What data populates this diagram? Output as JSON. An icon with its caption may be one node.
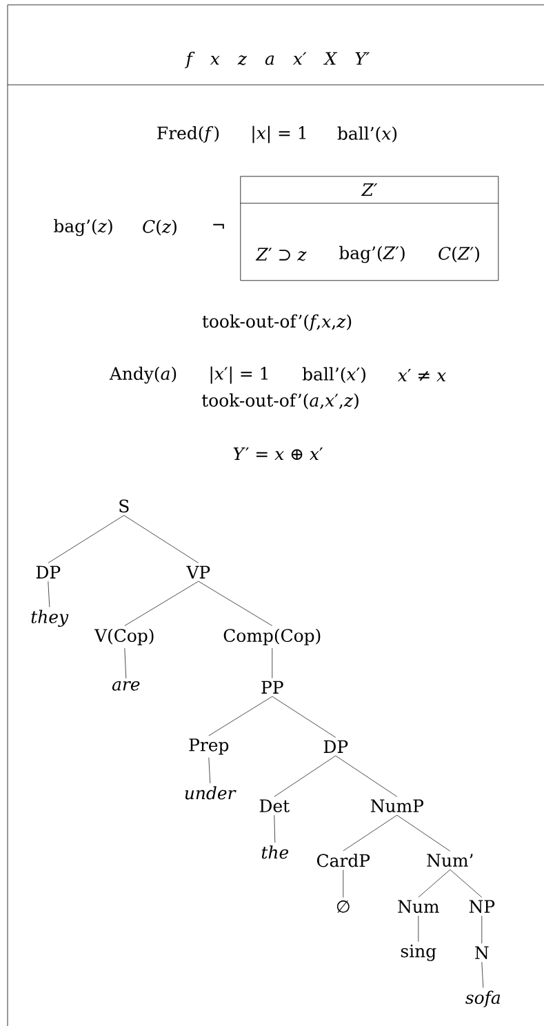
{
  "diagram": {
    "nodes": [
      {
        "text": [
          "f x z a x′ X Y′",
          "Fred(*f*)",
          "|*x*| = 1",
          "ball’(*x*)",
          "bag’(*z*)",
          "*C*(*z*)",
          "took-out-of’(*f*,*x*,*z*)",
          "Andy(*a*)",
          "|*x*′| = 1",
          "ball’(*x*′)",
          "*x*′ ≠ *x*",
          "took-out-of’(*a*,*x*′,*z*)",
          "*Y*′ = *x* ⊕ *x*′"
        ]
      },
      {
        "text": [
          "Z′",
          "*Z*′ ⊃ *z*",
          "bag’(*Z*′)",
          "*C*(*Z*′)"
        ],
        "in": 0,
        "beside": [
          "¬"
        ]
      },
      {
        "text": [
          "S"
        ],
        "in": 0
      },
      {
        "text": [
          "DP"
        ],
        "in": 0
      },
      {
        "text": [
          "VP"
        ],
        "in": 0
      },
      {
        "text": [
          "*they*"
        ],
        "in": 0
      },
      {
        "text": [
          "V(Cop)"
        ],
        "in": 0
      },
      {
        "text": [
          "Comp(Cop)"
        ],
        "in": 0
      },
      {
        "text": [
          "*are*"
        ],
        "in": 0
      },
      {
        "text": [
          "PP"
        ],
        "in": 0
      },
      {
        "text": [
          "Prep"
        ],
        "in": 0
      },
      {
        "text": [
          "DP"
        ],
        "in": 0
      },
      {
        "text": [
          "*under*"
        ],
        "in": 0
      },
      {
        "text": [
          "Det"
        ],
        "in": 0
      },
      {
        "text": [
          "NumP"
        ],
        "in": 0
      },
      {
        "text": [
          "*the*"
        ],
        "in": 0
      },
      {
        "text": [
          "CardP"
        ],
        "in": 0
      },
      {
        "text": [
          "Num’"
        ],
        "in": 0
      },
      {
        "text": [
          "∅"
        ],
        "in": 0
      },
      {
        "text": [
          "Num"
        ],
        "in": 0
      },
      {
        "text": [
          "NP"
        ],
        "in": 0
      },
      {
        "text": [
          "sing"
        ],
        "in": 0
      },
      {
        "text": [
          "N"
        ],
        "in": 0
      },
      {
        "text": [
          "*sofa*"
        ],
        "in": 0
      }
    ],
    "edges": [
      {
        "from": 2,
        "to": 3,
        "arrow": "none"
      },
      {
        "from": 2,
        "to": 4,
        "arrow": "none"
      },
      {
        "from": 3,
        "to": 5,
        "arrow": "none"
      },
      {
        "from": 4,
        "to": 6,
        "arrow": "none"
      },
      {
        "from": 4,
        "to": 7,
        "arrow": "none"
      },
      {
        "from": 6,
        "to": 8,
        "arrow": "none"
      },
      {
        "from": 7,
        "to": 9,
        "arrow": "none"
      },
      {
        "from": 9,
        "to": 10,
        "arrow": "none"
      },
      {
        "from": 9,
        "to": 11,
        "arrow": "none"
      },
      {
        "from": 10,
        "to": 12,
        "arrow": "none"
      },
      {
        "from": 11,
        "to": 13,
        "arrow": "none"
      },
      {
        "from": 11,
        "to": 14,
        "arrow": "none"
      },
      {
        "from": 13,
        "to": 15,
        "arrow": "none"
      },
      {
        "from": 14,
        "to": 16,
        "arrow": "none"
      },
      {
        "from": 14,
        "to": 17,
        "arrow": "none"
      },
      {
        "from": 16,
        "to": 18,
        "arrow": "none"
      },
      {
        "from": 17,
        "to": 19,
        "arrow": "none"
      },
      {
        "from": 17,
        "to": 20,
        "arrow": "none"
      },
      {
        "from": 19,
        "to": 21,
        "arrow": "none"
      },
      {
        "from": 20,
        "to": 22,
        "arrow": "none"
      },
      {
        "from": 22,
        "to": 23,
        "arrow": "none"
      }
    ]
  }
}
